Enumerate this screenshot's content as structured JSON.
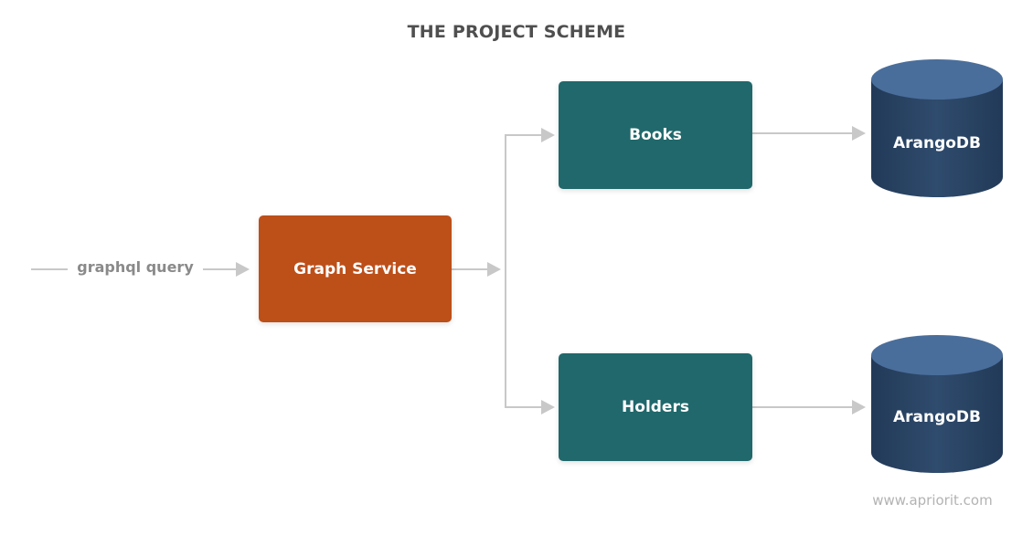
{
  "title": "THE PROJECT SCHEME",
  "input_label": "graphql query",
  "nodes": {
    "graph_service": "Graph Service",
    "books": "Books",
    "holders": "Holders"
  },
  "databases": [
    {
      "label": "ArangoDB"
    },
    {
      "label": "ArangoDB"
    }
  ],
  "footer": "www.apriorit.com",
  "colors": {
    "graph_service": "#bd4f19",
    "service_box": "#20686b",
    "db_body": "#2b4463",
    "db_top": "#4a6e9b",
    "arrow": "#c8c8c8",
    "title_text": "#4f4f4f",
    "muted_text": "#8a8a8a"
  }
}
